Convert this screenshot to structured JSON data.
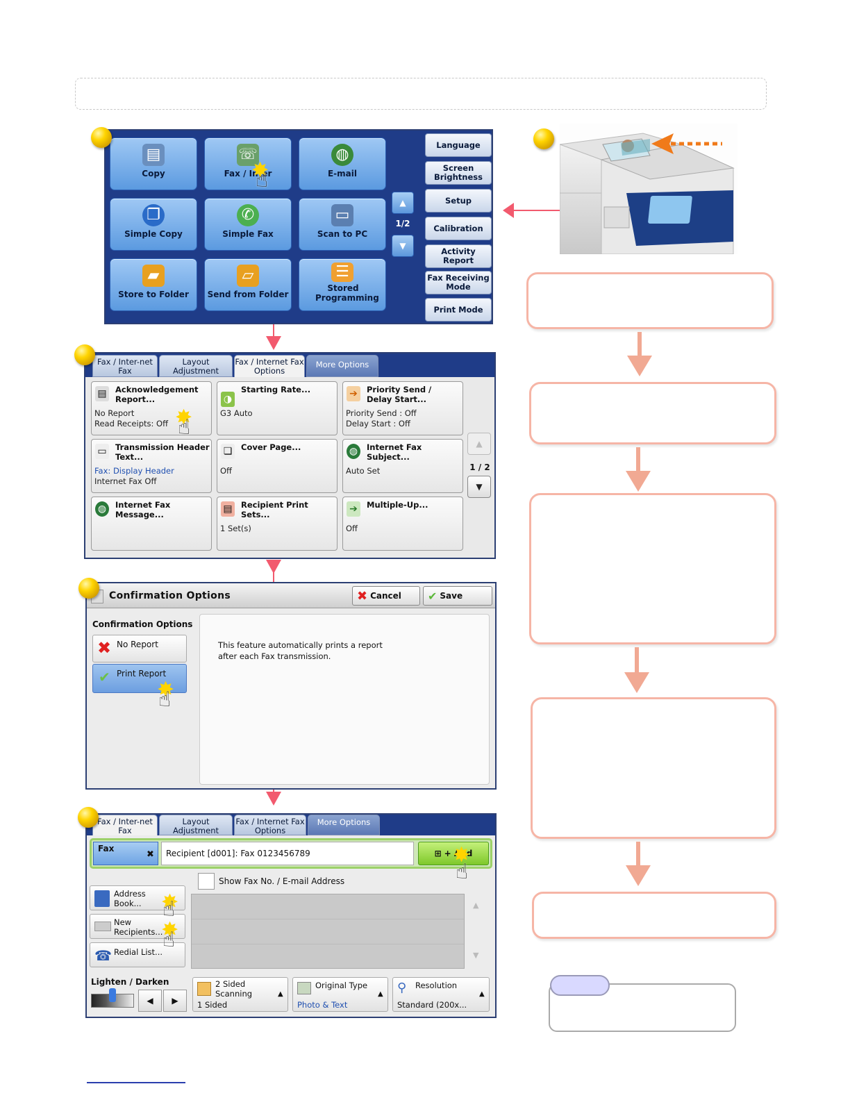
{
  "home_screen": {
    "tiles": [
      {
        "label": "Copy",
        "icon": "copy-icon"
      },
      {
        "label": "Fax / Inter",
        "icon": "fax-icon"
      },
      {
        "label": "E-mail",
        "icon": "email-globe-icon"
      },
      {
        "label": "Simple Copy",
        "icon": "simple-copy-icon"
      },
      {
        "label": "Simple Fax",
        "icon": "simple-fax-icon"
      },
      {
        "label": "Scan to PC",
        "icon": "scan-to-pc-icon"
      },
      {
        "label": "Store to Folder",
        "icon": "store-folder-icon"
      },
      {
        "label": "Send from Folder",
        "icon": "send-folder-icon"
      },
      {
        "label": "Stored Programming",
        "icon": "stored-programming-icon"
      }
    ],
    "page_indicator": "1/2",
    "side_buttons": [
      "Language",
      "Screen Brightness",
      "Setup",
      "Calibration",
      "Activity Report",
      "Fax Receiving Mode",
      "Print Mode"
    ]
  },
  "fax_options": {
    "tabs": [
      "Fax / Inter-net Fax",
      "Layout Adjustment",
      "Fax / Internet Fax Options",
      "More Options"
    ],
    "buttons": [
      {
        "title": "Acknowledgement Report...",
        "values": [
          "No Report",
          "Read Receipts: Off"
        ]
      },
      {
        "title": "Starting Rate...",
        "values": [
          "G3 Auto"
        ]
      },
      {
        "title": "Priority Send / Delay Start...",
        "values": [
          "Priority Send : Off",
          "Delay Start : Off"
        ]
      },
      {
        "title": "Transmission Header Text...",
        "values": [
          "Fax: Display Header",
          "Internet Fax Off"
        ]
      },
      {
        "title": "Cover Page...",
        "values": [
          "Off"
        ]
      },
      {
        "title": "Internet Fax Subject...",
        "values": [
          "Auto Set"
        ]
      },
      {
        "title": "Internet Fax Message...",
        "values": []
      },
      {
        "title": "Recipient Print Sets...",
        "values": [
          "1 Set(s)"
        ]
      },
      {
        "title": "Multiple-Up...",
        "values": [
          "Off"
        ]
      }
    ],
    "page_indicator": "1 / 2"
  },
  "confirmation": {
    "title": "Confirmation Options",
    "cancel": "Cancel",
    "save": "Save",
    "section_label": "Confirmation Options",
    "options": [
      "No Report",
      "Print Report"
    ],
    "description": [
      "This feature automatically prints a report",
      "after each Fax transmission."
    ]
  },
  "fax_main": {
    "tabs": [
      "Fax / Inter-net Fax",
      "Layout Adjustment",
      "Fax / Internet Fax Options",
      "More Options"
    ],
    "fax_label": "Fax",
    "recipient": "Recipient [d001]: Fax 0123456789",
    "add": "+ Add",
    "show_fax": "Show Fax No. / E-mail Address",
    "left_buttons": [
      "Address Book...",
      "New Recipients...",
      "Redial List..."
    ],
    "lighten_darken": "Lighten / Darken",
    "two_sided": {
      "title": "2 Sided Scanning",
      "value": "1 Sided"
    },
    "original_type": {
      "title": "Original Type",
      "value": "Photo & Text"
    },
    "resolution": {
      "title": "Resolution",
      "value": "Standard (200x..."
    }
  }
}
